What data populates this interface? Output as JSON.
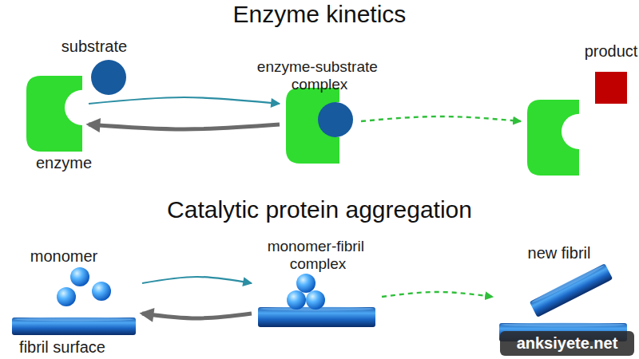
{
  "diagram": {
    "title": "Enzyme kinetics",
    "nodes": [
      {
        "text": [
          "substrate"
        ]
      },
      {
        "text": [
          "enzyme"
        ]
      },
      {
        "text": [
          "enzyme-substrate complex"
        ]
      },
      {
        "text": [
          "product"
        ]
      },
      {
        "text": [
          "monomer"
        ]
      },
      {
        "text": [
          "fibril surface"
        ]
      },
      {
        "text": [
          "monomer-fibril complex"
        ]
      },
      {
        "text": [
          "new fibril"
        ]
      }
    ],
    "edges": [
      {
        "from": 1,
        "to": 2,
        "arrow": "to"
      },
      {
        "from": 2,
        "to": 1,
        "arrow": "to"
      },
      {
        "from": 2,
        "to": 3,
        "arrow": "to"
      },
      {
        "from": 5,
        "to": 6,
        "arrow": "to"
      },
      {
        "from": 6,
        "to": 5,
        "arrow": "to"
      },
      {
        "from": 6,
        "to": 7,
        "arrow": "to"
      }
    ],
    "labels": [
      "Catalytic protein aggregation",
      "anksiyete.net"
    ]
  }
}
